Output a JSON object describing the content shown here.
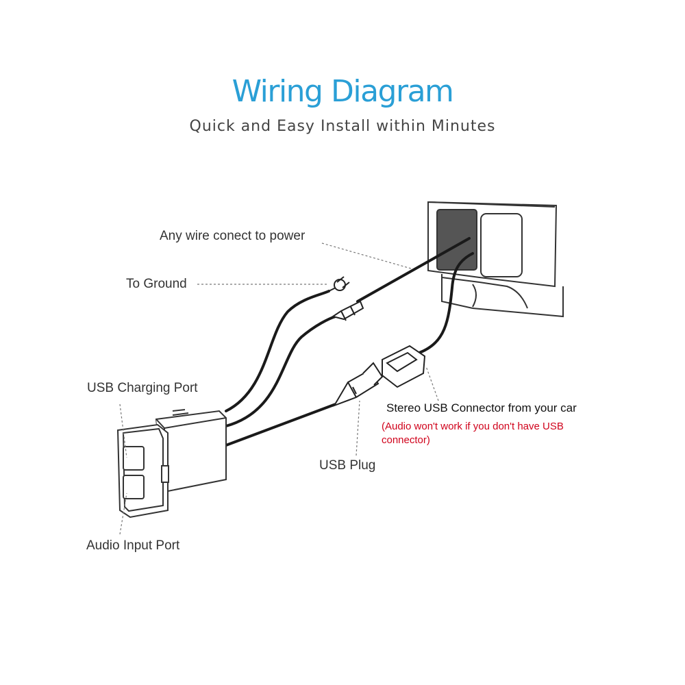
{
  "title": "Wiring Diagram",
  "subtitle": "Quick and Easy Install within Minutes",
  "labels": {
    "power": "Any wire conect to power",
    "ground": "To Ground",
    "usb_charging_port": "USB Charging Port",
    "audio_input_port": "Audio Input Port",
    "usb_plug": "USB Plug",
    "stereo_connector": "Stereo USB Connector from your car",
    "note_line1": "(Audio won't work if you don't have  USB",
    "note_line2": "connector)"
  },
  "colors": {
    "title": "#2a9fd6",
    "note": "#d0021b",
    "wire": "#1a1a1a",
    "dash_panel_fill": "#555555"
  }
}
